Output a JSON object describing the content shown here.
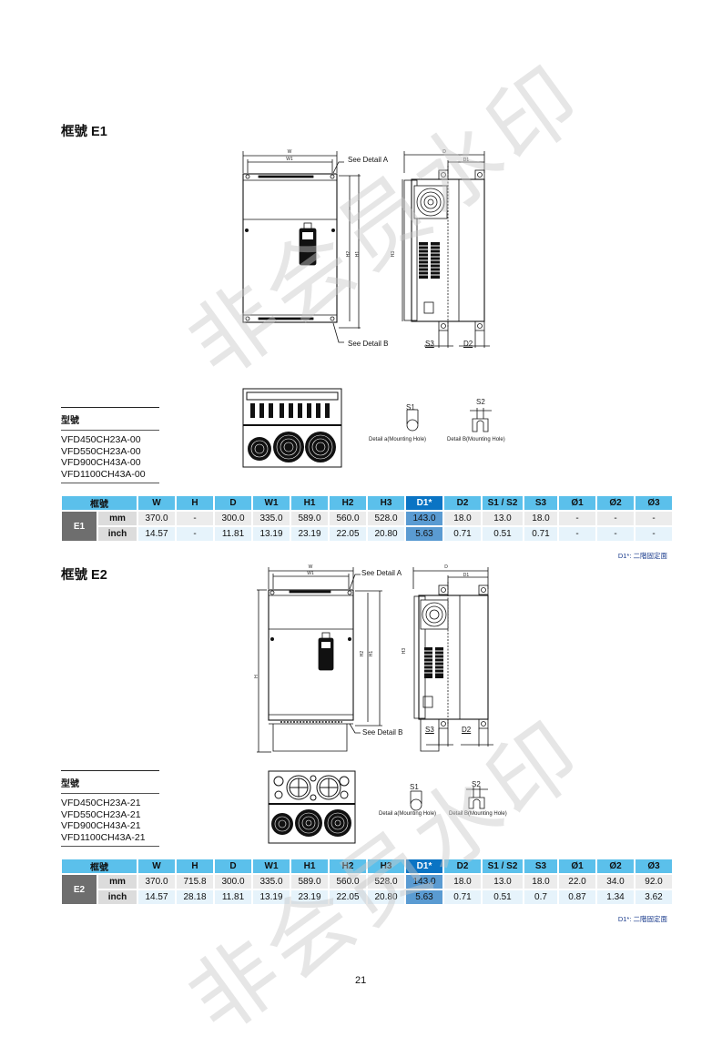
{
  "page": {
    "number": "21"
  },
  "watermark": {
    "text": "非会员水印"
  },
  "colors": {
    "header_bg": "#5bc0eb",
    "header_highlight": "#0a74c4",
    "highlight_cell": "#5a9bd2",
    "frame_cell": "#6e6e6e",
    "note_text": "#1a3b8c"
  },
  "sections": [
    {
      "title": "框號 E1",
      "drawing_labels": {
        "w": "W",
        "w1": "W1",
        "h": "",
        "h1": "H1",
        "h2": "H2",
        "h3": "H3",
        "d": "D",
        "d1": "D1",
        "d2": "D2",
        "s3": "S3",
        "see_a": "See Detail A",
        "see_b": "See Detail B"
      },
      "details": {
        "s1": "S1",
        "s2": "S2",
        "a_caption": "Detail a(Mounting Hole)",
        "b_caption": "Detail B(Mounting Hole)"
      },
      "models": {
        "header": "型號",
        "items": [
          "VFD450CH23A-00",
          "VFD550CH23A-00",
          "VFD900CH43A-00",
          "VFD1100CH43A-00"
        ]
      },
      "table": {
        "frame_header": "框號",
        "columns": [
          "W",
          "H",
          "D",
          "W1",
          "H1",
          "H2",
          "H3",
          "D1*",
          "D2",
          "S1 / S2",
          "S3",
          "Ø1",
          "Ø2",
          "Ø3"
        ],
        "frame": "E1",
        "rows": [
          {
            "unit": "mm",
            "values": [
              "370.0",
              "-",
              "300.0",
              "335.0",
              "589.0",
              "560.0",
              "528.0",
              "143.0",
              "18.0",
              "13.0",
              "18.0",
              "-",
              "-",
              "-"
            ]
          },
          {
            "unit": "inch",
            "values": [
              "14.57",
              "-",
              "11.81",
              "13.19",
              "23.19",
              "22.05",
              "20.80",
              "5.63",
              "0.71",
              "0.51",
              "0.71",
              "-",
              "-",
              "-"
            ]
          }
        ],
        "note": "D1*: 二階固定面"
      }
    },
    {
      "title": "框號 E2",
      "drawing_labels": {
        "w": "W",
        "w1": "W1",
        "h": "H",
        "h1": "H1",
        "h2": "H2",
        "h3": "H3",
        "d": "D",
        "d1": "D1",
        "d2": "D2",
        "s3": "S3",
        "see_a": "See Detail A",
        "see_b": "See Detail B"
      },
      "details": {
        "s1": "S1",
        "s2": "S2",
        "a_caption": "Detail a(Mounting Hole)",
        "b_caption": "Detail B(Mounting Hole)"
      },
      "models": {
        "header": "型號",
        "items": [
          "VFD450CH23A-21",
          "VFD550CH23A-21",
          "VFD900CH43A-21",
          "VFD1100CH43A-21"
        ]
      },
      "table": {
        "frame_header": "框號",
        "columns": [
          "W",
          "H",
          "D",
          "W1",
          "H1",
          "H2",
          "H3",
          "D1*",
          "D2",
          "S1 / S2",
          "S3",
          "Ø1",
          "Ø2",
          "Ø3"
        ],
        "frame": "E2",
        "rows": [
          {
            "unit": "mm",
            "values": [
              "370.0",
              "715.8",
              "300.0",
              "335.0",
              "589.0",
              "560.0",
              "528.0",
              "143.0",
              "18.0",
              "13.0",
              "18.0",
              "22.0",
              "34.0",
              "92.0"
            ]
          },
          {
            "unit": "inch",
            "values": [
              "14.57",
              "28.18",
              "11.81",
              "13.19",
              "23.19",
              "22.05",
              "20.80",
              "5.63",
              "0.71",
              "0.51",
              "0.7",
              "0.87",
              "1.34",
              "3.62"
            ]
          }
        ],
        "note": "D1*: 二階固定面"
      }
    }
  ]
}
